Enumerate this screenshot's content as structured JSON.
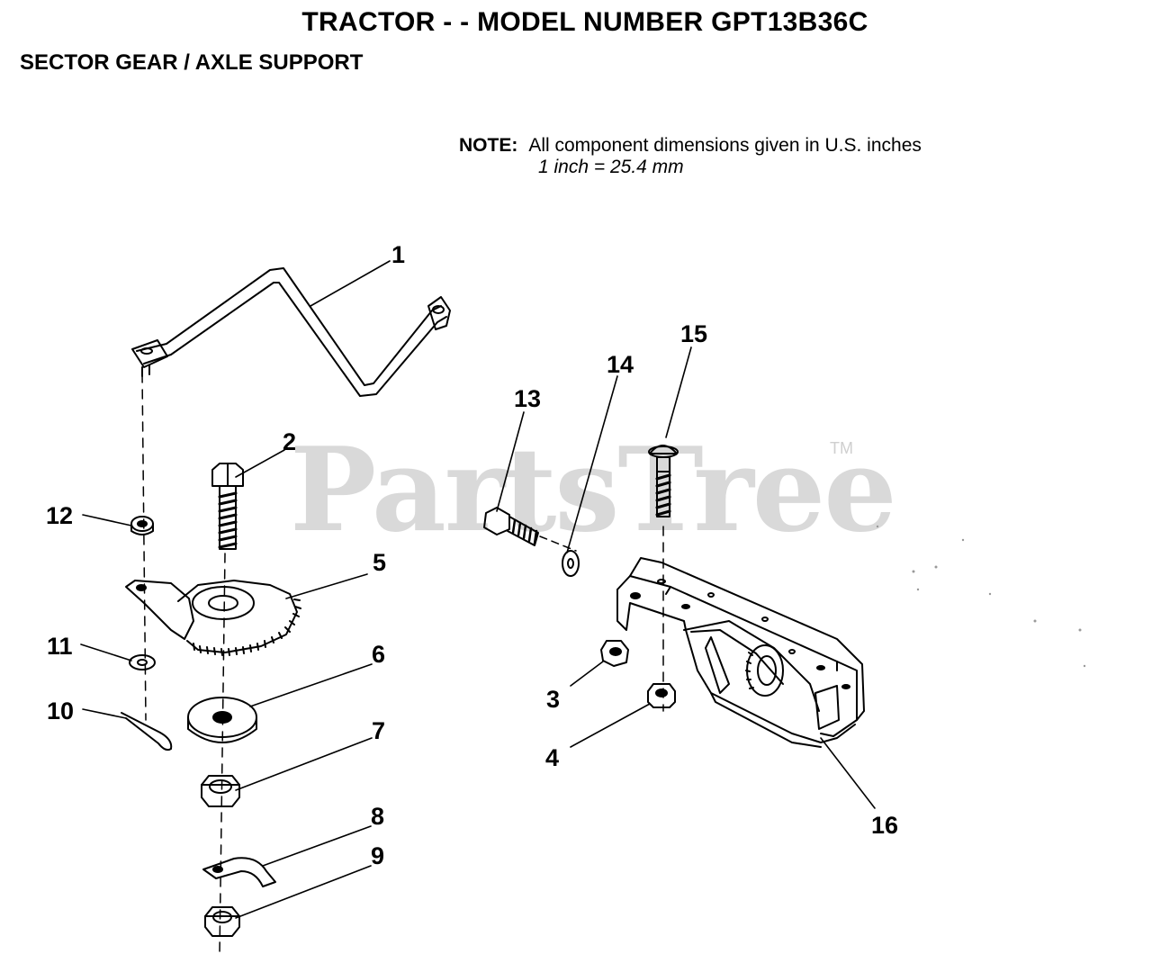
{
  "header": {
    "title": "TRACTOR  - - MODEL NUMBER GPT13B36C",
    "subtitle": "SECTOR GEAR / AXLE SUPPORT"
  },
  "note": {
    "label": "NOTE:",
    "line1": "All component dimensions given in U.S. inches",
    "line2": "1 inch = 25.4 mm"
  },
  "watermark": {
    "text": "PartsTree",
    "tm": "TM"
  },
  "callouts": [
    "1",
    "2",
    "3",
    "4",
    "5",
    "6",
    "7",
    "8",
    "9",
    "10",
    "11",
    "12",
    "13",
    "14",
    "15",
    "16"
  ]
}
